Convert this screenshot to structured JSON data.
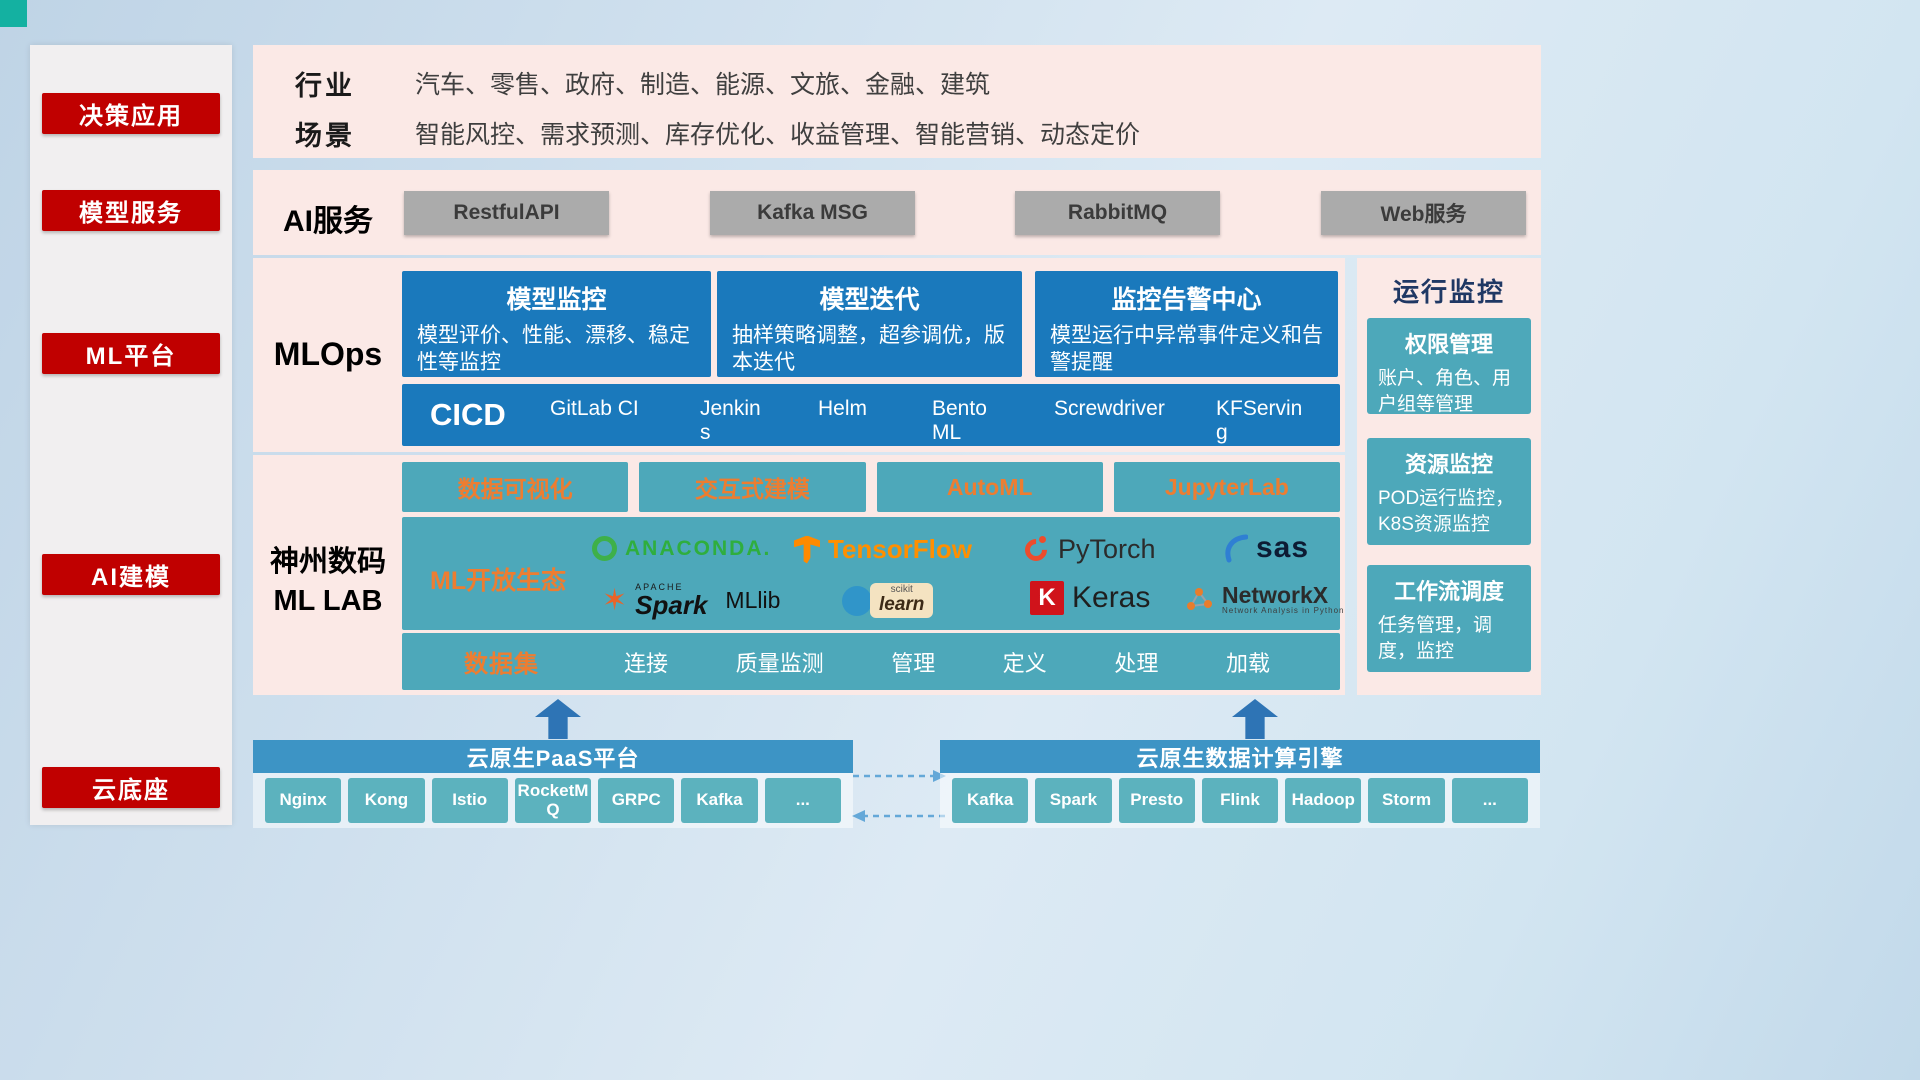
{
  "sidebar": {
    "items": [
      {
        "label": "决策应用"
      },
      {
        "label": "模型服务"
      },
      {
        "label": "ML平台"
      },
      {
        "label": "AI建模"
      },
      {
        "label": "云底座"
      }
    ]
  },
  "industry": {
    "row1_label": "行业",
    "row1_text": "汽车、零售、政府、制造、能源、文旅、金融、建筑",
    "row2_label": "场景",
    "row2_text": "智能风控、需求预测、库存优化、收益管理、智能营销、动态定价"
  },
  "ai_service": {
    "label": "AI服务",
    "buttons": [
      {
        "label": "RestfulAPI"
      },
      {
        "label": "Kafka MSG"
      },
      {
        "label": "RabbitMQ"
      },
      {
        "label": "Web服务"
      }
    ]
  },
  "mlops": {
    "label": "MLOps",
    "cards": [
      {
        "title": "模型监控",
        "desc": "模型评价、性能、漂移、稳定性等监控"
      },
      {
        "title": "模型迭代",
        "desc": "抽样策略调整，超参调优，版本迭代"
      },
      {
        "title": "监控告警中心",
        "desc": "模型运行中异常事件定义和告警提醒"
      }
    ],
    "cicd_label": "CICD",
    "cicd_tools": [
      {
        "label": "GitLab CI"
      },
      {
        "label": "Jenkins"
      },
      {
        "label": "Helm"
      },
      {
        "label": "BentoML"
      },
      {
        "label": "Screwdriver"
      },
      {
        "label": "KFServing"
      }
    ]
  },
  "monitoring": {
    "title": "运行监控",
    "cards": [
      {
        "title": "权限管理",
        "desc": "账户、角色、用户组等管理"
      },
      {
        "title": "资源监控",
        "desc": "POD运行监控，K8S资源监控"
      },
      {
        "title": "工作流调度",
        "desc": "任务管理，调度，监控"
      }
    ]
  },
  "mllab": {
    "label_line1": "神州数码",
    "label_line2": "ML LAB",
    "tools": [
      {
        "label": "数据可视化"
      },
      {
        "label": "交互式建模"
      },
      {
        "label": "AutoML"
      },
      {
        "label": "JupyterLab"
      }
    ],
    "ecosystem_label": "ML开放生态",
    "logos": {
      "anaconda": "ANACONDA.",
      "tensorflow": "TensorFlow",
      "pytorch": "PyTorch",
      "sas": "sas",
      "apache": "APACHE",
      "spark": "Spark",
      "mllib": "MLlib",
      "scikit": "scikit",
      "learn": "learn",
      "keras_k": "K",
      "keras": "Keras",
      "networkx": "NetworkX",
      "networkx_sub": "Network Analysis in Python"
    },
    "dataset_label": "数据集",
    "dataset_items": [
      {
        "label": "连接"
      },
      {
        "label": "质量监测"
      },
      {
        "label": "管理"
      },
      {
        "label": "定义"
      },
      {
        "label": "处理"
      },
      {
        "label": "加载"
      }
    ]
  },
  "cloud": {
    "paas_title": "云原生PaaS平台",
    "paas_items": [
      {
        "label": "Nginx"
      },
      {
        "label": "Kong"
      },
      {
        "label": "Istio"
      },
      {
        "label": "RocketMQ"
      },
      {
        "label": "GRPC"
      },
      {
        "label": "Kafka"
      },
      {
        "label": "..."
      }
    ],
    "engine_title": "云原生数据计算引擎",
    "engine_items": [
      {
        "label": "Kafka"
      },
      {
        "label": "Spark"
      },
      {
        "label": "Presto"
      },
      {
        "label": "Flink"
      },
      {
        "label": "Hadoop"
      },
      {
        "label": "Storm"
      },
      {
        "label": "..."
      }
    ]
  },
  "colors": {
    "red": "#c00000",
    "pink_bg": "#fbe9e6",
    "blue_card": "#1a79bc",
    "teal": "#4da8ba",
    "orange_accent": "#ed7d31",
    "gray_button": "#ababab",
    "bar_blue": "#3d94c5",
    "chip_teal": "#5cb2be",
    "arrow_blue": "#2e74b5",
    "corner_accent": "#14b1a1",
    "title_navy": "#1f3864"
  }
}
